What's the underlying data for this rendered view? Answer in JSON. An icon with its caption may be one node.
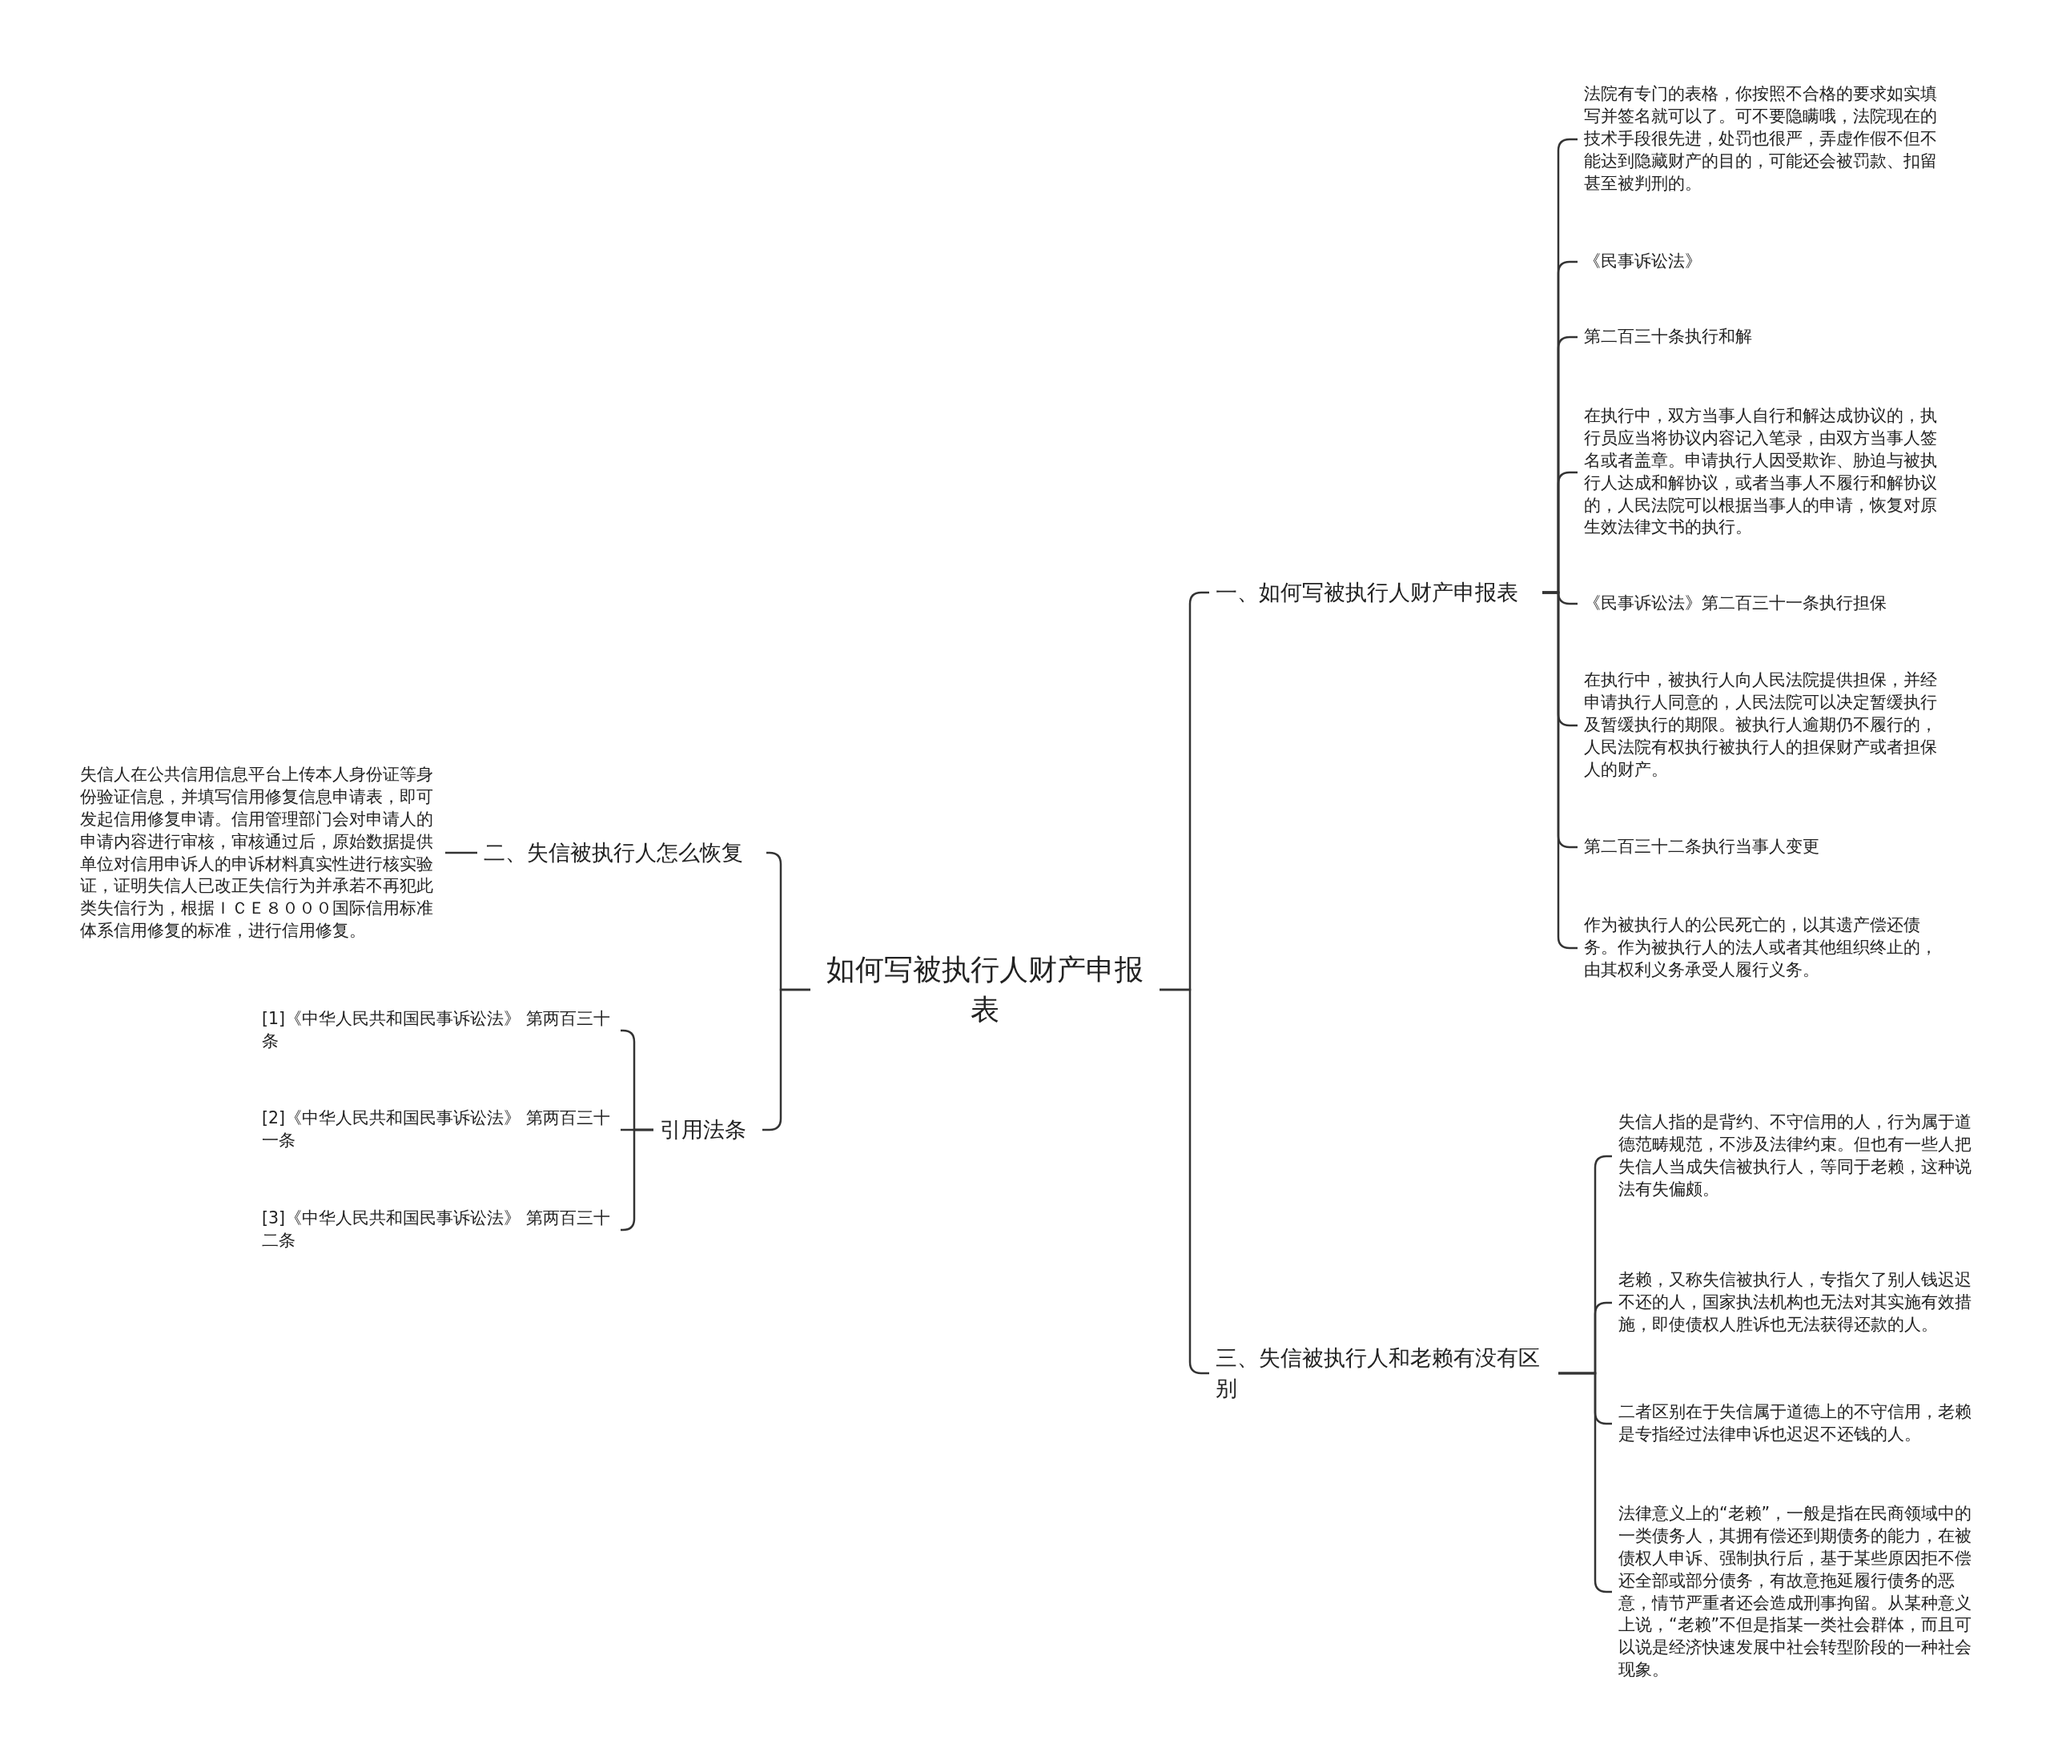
{
  "diagram": {
    "nodes": [
      {
        "text": [
          "如何写被执行人财产申报表"
        ]
      },
      {
        "text": [
          "一、如何写被执行人财产申报表"
        ]
      },
      {
        "text": [
          "法院有专门的表格，你按照不合格的要求如实填写并签名就可以了。可不要隐瞒哦，法院现在的技术手段很先进，处罚也很严，弄虚作假不但不能达到隐藏财产的目的，可能还会被罚款、扣留甚至被判刑的。"
        ]
      },
      {
        "text": [
          "《民事诉讼法》"
        ]
      },
      {
        "text": [
          "第二百三十条执行和解"
        ]
      },
      {
        "text": [
          "在执行中，双方当事人自行和解达成协议的，执行员应当将协议内容记入笔录，由双方当事人签名或者盖章。申请执行人因受欺诈、胁迫与被执行人达成和解协议，或者当事人不履行和解协议的，人民法院可以根据当事人的申请，恢复对原生效法律文书的执行。"
        ]
      },
      {
        "text": [
          "《民事诉讼法》第二百三十一条执行担保"
        ]
      },
      {
        "text": [
          "在执行中，被执行人向人民法院提供担保，并经申请执行人同意的，人民法院可以决定暂缓执行及暂缓执行的期限。被执行人逾期仍不履行的，人民法院有权执行被执行人的担保财产或者担保人的财产。"
        ]
      },
      {
        "text": [
          "第二百三十二条执行当事人变更"
        ]
      },
      {
        "text": [
          "作为被执行人的公民死亡的，以其遗产偿还债务。作为被执行人的法人或者其他组织终止的，由其权利义务承受人履行义务。"
        ]
      },
      {
        "text": [
          "三、失信被执行人和老赖有没有区别"
        ]
      },
      {
        "text": [
          "失信人指的是背约、不守信用的人，行为属于道德范畴规范，不涉及法律约束。但也有一些人把失信人当成失信被执行人，等同于老赖，这种说法有失偏颇。"
        ]
      },
      {
        "text": [
          "老赖，又称失信被执行人，专指欠了别人钱迟迟不还的人，国家执法机构也无法对其实施有效措施，即使债权人胜诉也无法获得还款的人。"
        ]
      },
      {
        "text": [
          "二者区别在于失信属于道德上的不守信用，老赖是专指经过法律申诉也迟迟不还钱的人。"
        ]
      },
      {
        "text": [
          "法律意义上的“老赖”，一般是指在民商领域中的一类债务人，其拥有偿还到期债务的能力，在被债权人申诉、强制执行后，基于某些原因拒不偿还全部或部分债务，有故意拖延履行债务的恶意，情节严重者还会造成刑事拘留。从某种意义上说，“老赖”不但是指某一类社会群体，而且可以说是经济快速发展中社会转型阶段的一种社会现象。"
        ]
      },
      {
        "text": [
          "二、失信被执行人怎么恢复"
        ]
      },
      {
        "text": [
          "失信人在公共信用信息平台上传本人身份证等身份验证信息，并填写信用修复信息申请表，即可发起信用修复申请。信用管理部门会对申请人的申请内容进行审核，审核通过后，原始数据提供单位对信用申诉人的申诉材料真实性进行核实验证，证明失信人已改正失信行为并承若不再犯此类失信行为，根据ＩＣＥ８０００国际信用标准体系信用修复的标准，进行信用修复。"
        ]
      },
      {
        "text": [
          "引用法条"
        ]
      },
      {
        "text": [
          "[1]《中华人民共和国民事诉讼法》 第两百三十条"
        ]
      },
      {
        "text": [
          "[2]《中华人民共和国民事诉讼法》 第两百三十一条"
        ]
      },
      {
        "text": [
          "[3]《中华人民共和国民事诉讼法》 第两百三十二条"
        ]
      }
    ],
    "edges": [
      {
        "from": 0,
        "to": 1,
        "arrow": "none"
      },
      {
        "from": 1,
        "to": 2,
        "arrow": "none"
      },
      {
        "from": 1,
        "to": 3,
        "arrow": "none"
      },
      {
        "from": 1,
        "to": 4,
        "arrow": "none"
      },
      {
        "from": 1,
        "to": 5,
        "arrow": "none"
      },
      {
        "from": 1,
        "to": 6,
        "arrow": "none"
      },
      {
        "from": 1,
        "to": 7,
        "arrow": "none"
      },
      {
        "from": 1,
        "to": 8,
        "arrow": "none"
      },
      {
        "from": 1,
        "to": 9,
        "arrow": "none"
      },
      {
        "from": 0,
        "to": 10,
        "arrow": "none"
      },
      {
        "from": 10,
        "to": 11,
        "arrow": "none"
      },
      {
        "from": 10,
        "to": 12,
        "arrow": "none"
      },
      {
        "from": 10,
        "to": 13,
        "arrow": "none"
      },
      {
        "from": 10,
        "to": 14,
        "arrow": "none"
      },
      {
        "from": 0,
        "to": 15,
        "arrow": "none"
      },
      {
        "from": 15,
        "to": 16,
        "arrow": "none"
      },
      {
        "from": 0,
        "to": 17,
        "arrow": "none"
      },
      {
        "from": 17,
        "to": 18,
        "arrow": "none"
      },
      {
        "from": 17,
        "to": 19,
        "arrow": "none"
      },
      {
        "from": 17,
        "to": 20,
        "arrow": "none"
      }
    ]
  }
}
